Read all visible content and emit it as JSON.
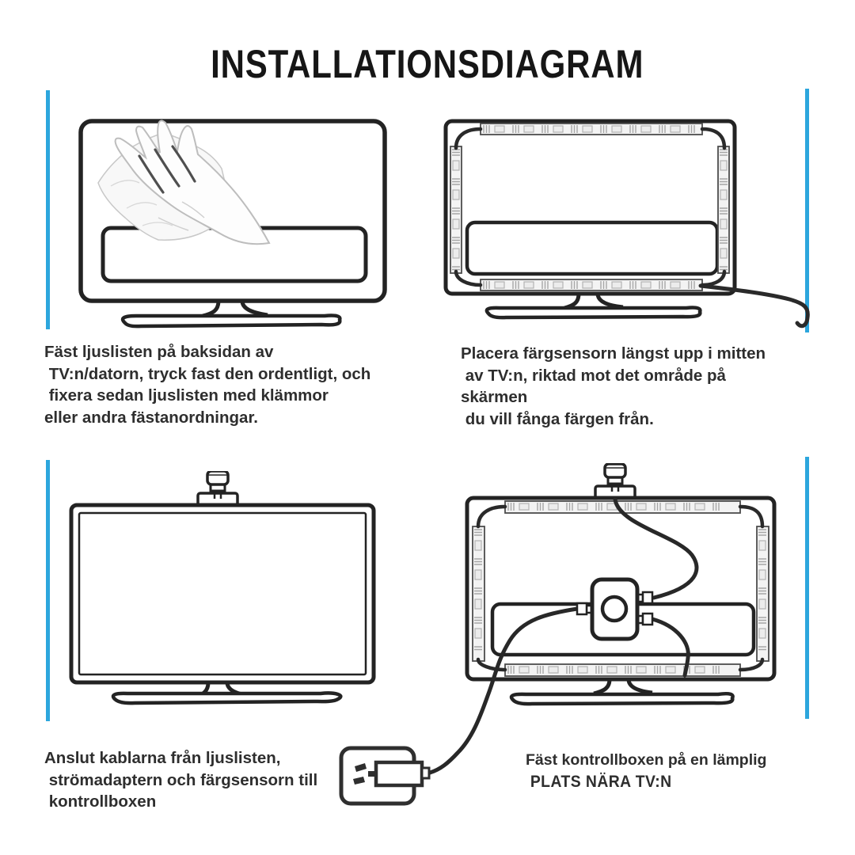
{
  "colors": {
    "accent_blue": "#2CA6DD",
    "ink_text": "#2e2e2e",
    "outline_black": "#232323"
  },
  "header": {
    "title": "INSTALLATIONSDIAGRAM"
  },
  "steps": {
    "top_left": {
      "illustration": "tv-back-hand-cleaning",
      "caption_lines": [
        "Fäst ljuslisten på baksidan av",
        " TV:n/datorn, tryck fast den ordentligt, och",
        " fixera sedan ljuslisten med klämmor",
        "eller andra fästanordningar."
      ]
    },
    "top_right": {
      "illustration": "tv-back-led-strips-cable",
      "caption_lines": [
        "Placera färgsensorn längst upp i mitten",
        " av TV:n, riktad mot det område på",
        "skärmen",
        " du vill fånga färgen från."
      ]
    },
    "bottom_left": {
      "illustration": "tv-front-color-sensor",
      "caption_lines": [
        "Anslut kablarna från ljuslisten,",
        " strömadaptern och färgsensorn till",
        " kontrollboxen"
      ]
    },
    "bottom_right": {
      "illustration": "tv-back-control-box-power-adapter",
      "caption_lines": [
        "Fäst kontrollboxen på en lämplig",
        " PLATS NÄRA TV:N"
      ]
    }
  },
  "icons": {
    "cleaning_hand": "hand-wiping-with-cloth",
    "led_strip": "segmented-led-light-strip",
    "color_sensor": "camera-like-color-sensor",
    "control_box": "rounded-control-box-with-button",
    "power_adapter": "wall-socket-with-usb-adapter"
  }
}
